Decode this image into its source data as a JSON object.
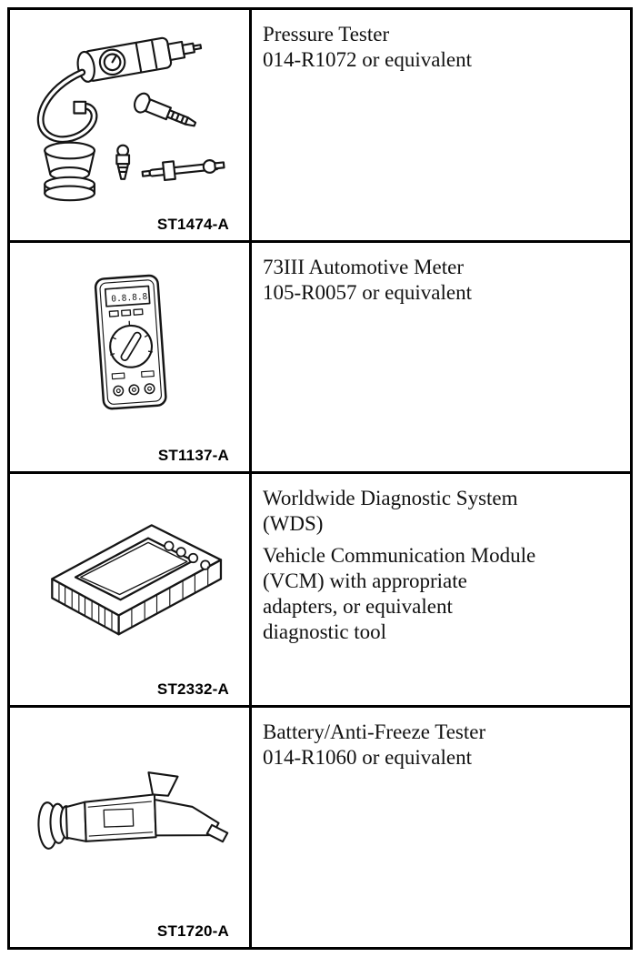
{
  "colors": {
    "ink": "#000000",
    "background": "#ffffff"
  },
  "table": {
    "rows": [
      {
        "code": "ST1474-A",
        "image": "pressure-tester-illustration",
        "paragraphs": [
          [
            "Pressure Tester",
            "014-R1072 or equivalent"
          ]
        ]
      },
      {
        "code": "ST1137-A",
        "image": "automotive-meter-illustration",
        "paragraphs": [
          [
            "73III Automotive Meter",
            "105-R0057 or equivalent"
          ]
        ]
      },
      {
        "code": "ST2332-A",
        "image": "diagnostic-system-illustration",
        "paragraphs": [
          [
            "Worldwide Diagnostic System",
            "(WDS)"
          ],
          [
            "Vehicle Communication Module",
            "(VCM) with appropriate",
            "adapters, or equivalent",
            "diagnostic tool"
          ]
        ]
      },
      {
        "code": "ST1720-A",
        "image": "battery-antifreeze-tester-illustration",
        "paragraphs": [
          [
            "Battery/Anti-Freeze Tester",
            "014-R1060 or equivalent"
          ]
        ]
      }
    ]
  }
}
